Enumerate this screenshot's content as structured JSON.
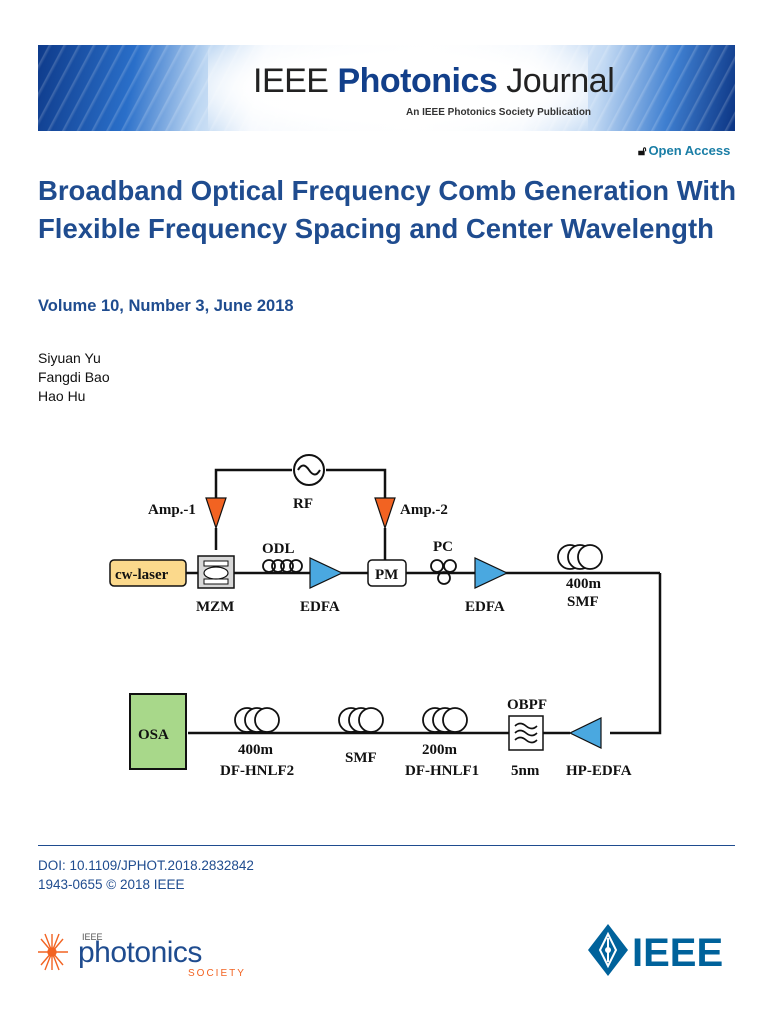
{
  "banner": {
    "journal_prefix": "IEEE",
    "journal_bold": "Photonics",
    "journal_suffix": "Journal",
    "subtitle": "An IEEE Photonics Society Publication"
  },
  "open_access": {
    "label": "Open Access",
    "icon": "open-lock-icon"
  },
  "paper": {
    "title": "Broadband Optical Frequency Comb Generation With Flexible Frequency Spacing and Center Wavelength",
    "volume": "Volume 10, Number 3, June 2018",
    "authors": [
      "Siyuan Yu",
      "Fangdi Bao",
      "Hao Hu"
    ]
  },
  "figure": {
    "labels": {
      "amp1": "Amp.-1",
      "rf": "RF",
      "amp2": "Amp.-2",
      "odl": "ODL",
      "pc": "PC",
      "cw_laser": "cw-laser",
      "pm": "PM",
      "mzm": "MZM",
      "edfa1": "EDFA",
      "edfa2": "EDFA",
      "smf_len": "400m",
      "smf": "SMF",
      "obpf": "OBPF",
      "osa": "OSA",
      "hnlf2_len": "400m",
      "hnlf2": "DF-HNLF2",
      "smf2": "SMF",
      "hnlf1_len": "200m",
      "hnlf1": "DF-HNLF1",
      "obpf_bw": "5nm",
      "hp_edfa": "HP-EDFA"
    },
    "colors": {
      "amplifier": "#f26322",
      "edfa": "#4aa8e0",
      "laser": "#fbd98c",
      "osa": "#a8d88a"
    }
  },
  "footer": {
    "doi": "DOI: 10.1109/JPHOT.2018.2832842",
    "issn": "1943-0655 © 2018 IEEE",
    "society_small": "IEEE",
    "society_main": "photonics",
    "society_sub": "SOCIETY",
    "ieee_logo": "IEEE",
    "colors": {
      "accent": "#1f4c8f",
      "photonics_orange": "#f26322",
      "ieee_blue": "#00629b"
    }
  }
}
